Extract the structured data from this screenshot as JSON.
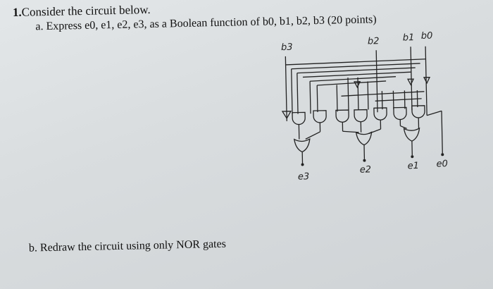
{
  "question": {
    "number": "1.",
    "title": "Consider the circuit below.",
    "part_a": "a.  Express e0, e1, e2, e3, as a Boolean function of b0, b1, b2, b3 (20 points)",
    "part_b": "b.  Redraw the circuit using only NOR gates"
  },
  "inputs": [
    "b3",
    "b2",
    "b1",
    "b0"
  ],
  "outputs": [
    "e3",
    "e2",
    "e1",
    "e0"
  ]
}
